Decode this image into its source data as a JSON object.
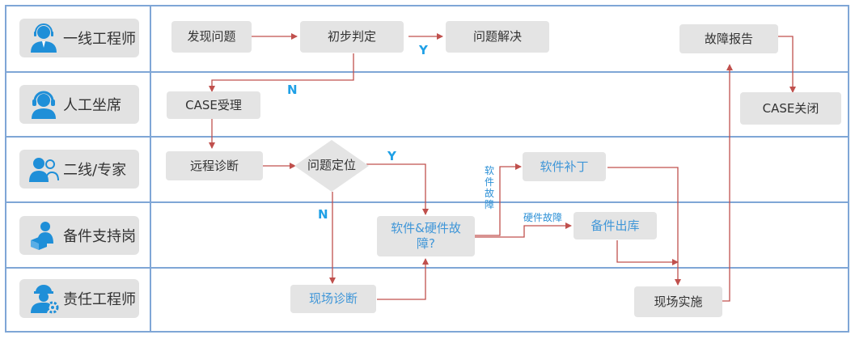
{
  "roles": [
    {
      "label": "一线工程师",
      "icon": "engineer-headset-icon"
    },
    {
      "label": "人工坐席",
      "icon": "agent-headset-icon"
    },
    {
      "label": "二线/专家",
      "icon": "expert-group-icon"
    },
    {
      "label": "备件支持岗",
      "icon": "spare-parts-box-icon"
    },
    {
      "label": "责任工程师",
      "icon": "responsible-engineer-gear-icon"
    }
  ],
  "nodes": {
    "discover": "发现问题",
    "initial_judge": "初步判定",
    "problem_solved": "问题解决",
    "fault_report": "故障报告",
    "case_accept": "CASE受理",
    "case_close": "CASE关闭",
    "remote_diag": "远程诊断",
    "locate_problem": "问题定位",
    "software_patch": "软件补丁",
    "sw_hw_fault": "软件&硬件故障?",
    "spare_out": "备件出库",
    "onsite_diag": "现场诊断",
    "onsite_impl": "现场实施"
  },
  "edge_labels": {
    "y_solved": "Y",
    "n_accept": "N",
    "y_locate": "Y",
    "n_locate": "N",
    "software_fault": "软件故障",
    "hardware_fault": "硬件故障"
  },
  "colors": {
    "grid": "#7fa6d6",
    "role_bg": "#e2e2e2",
    "box_bg": "#e4e4e4",
    "arrow": "#c0504d",
    "icon_blue": "#1f8fd8",
    "label_blue": "#1fa0e6"
  }
}
